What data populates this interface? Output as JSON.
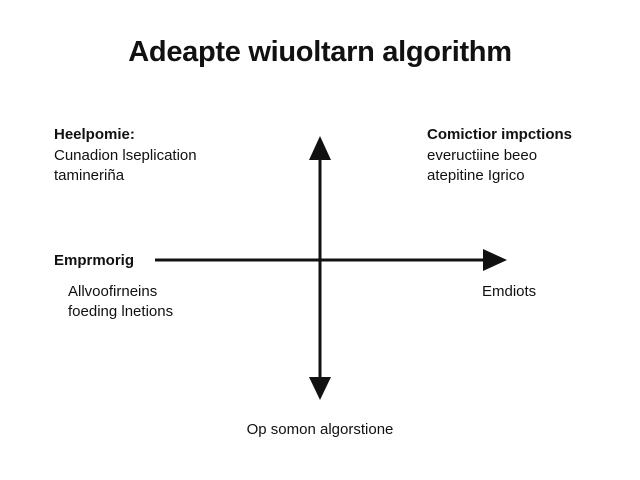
{
  "title": "Adeapte wiuoltarn algorithm",
  "top_left": {
    "heading": "Heelpomie:",
    "line1": "Cunadion lseplication",
    "line2": "tamineriña"
  },
  "top_right": {
    "heading": "Comictior impctions",
    "line1": "eveructiine beeo",
    "line2": "atepitine Igrico"
  },
  "left_axis": {
    "heading": "Emprmorig",
    "line1": "Allvoofirneins",
    "line2": "foeding lnetions"
  },
  "right_axis_label": "Emdiots",
  "bottom_axis_label": "Op somon algorstione",
  "colors": {
    "ink": "#111111",
    "background": "#ffffff"
  }
}
